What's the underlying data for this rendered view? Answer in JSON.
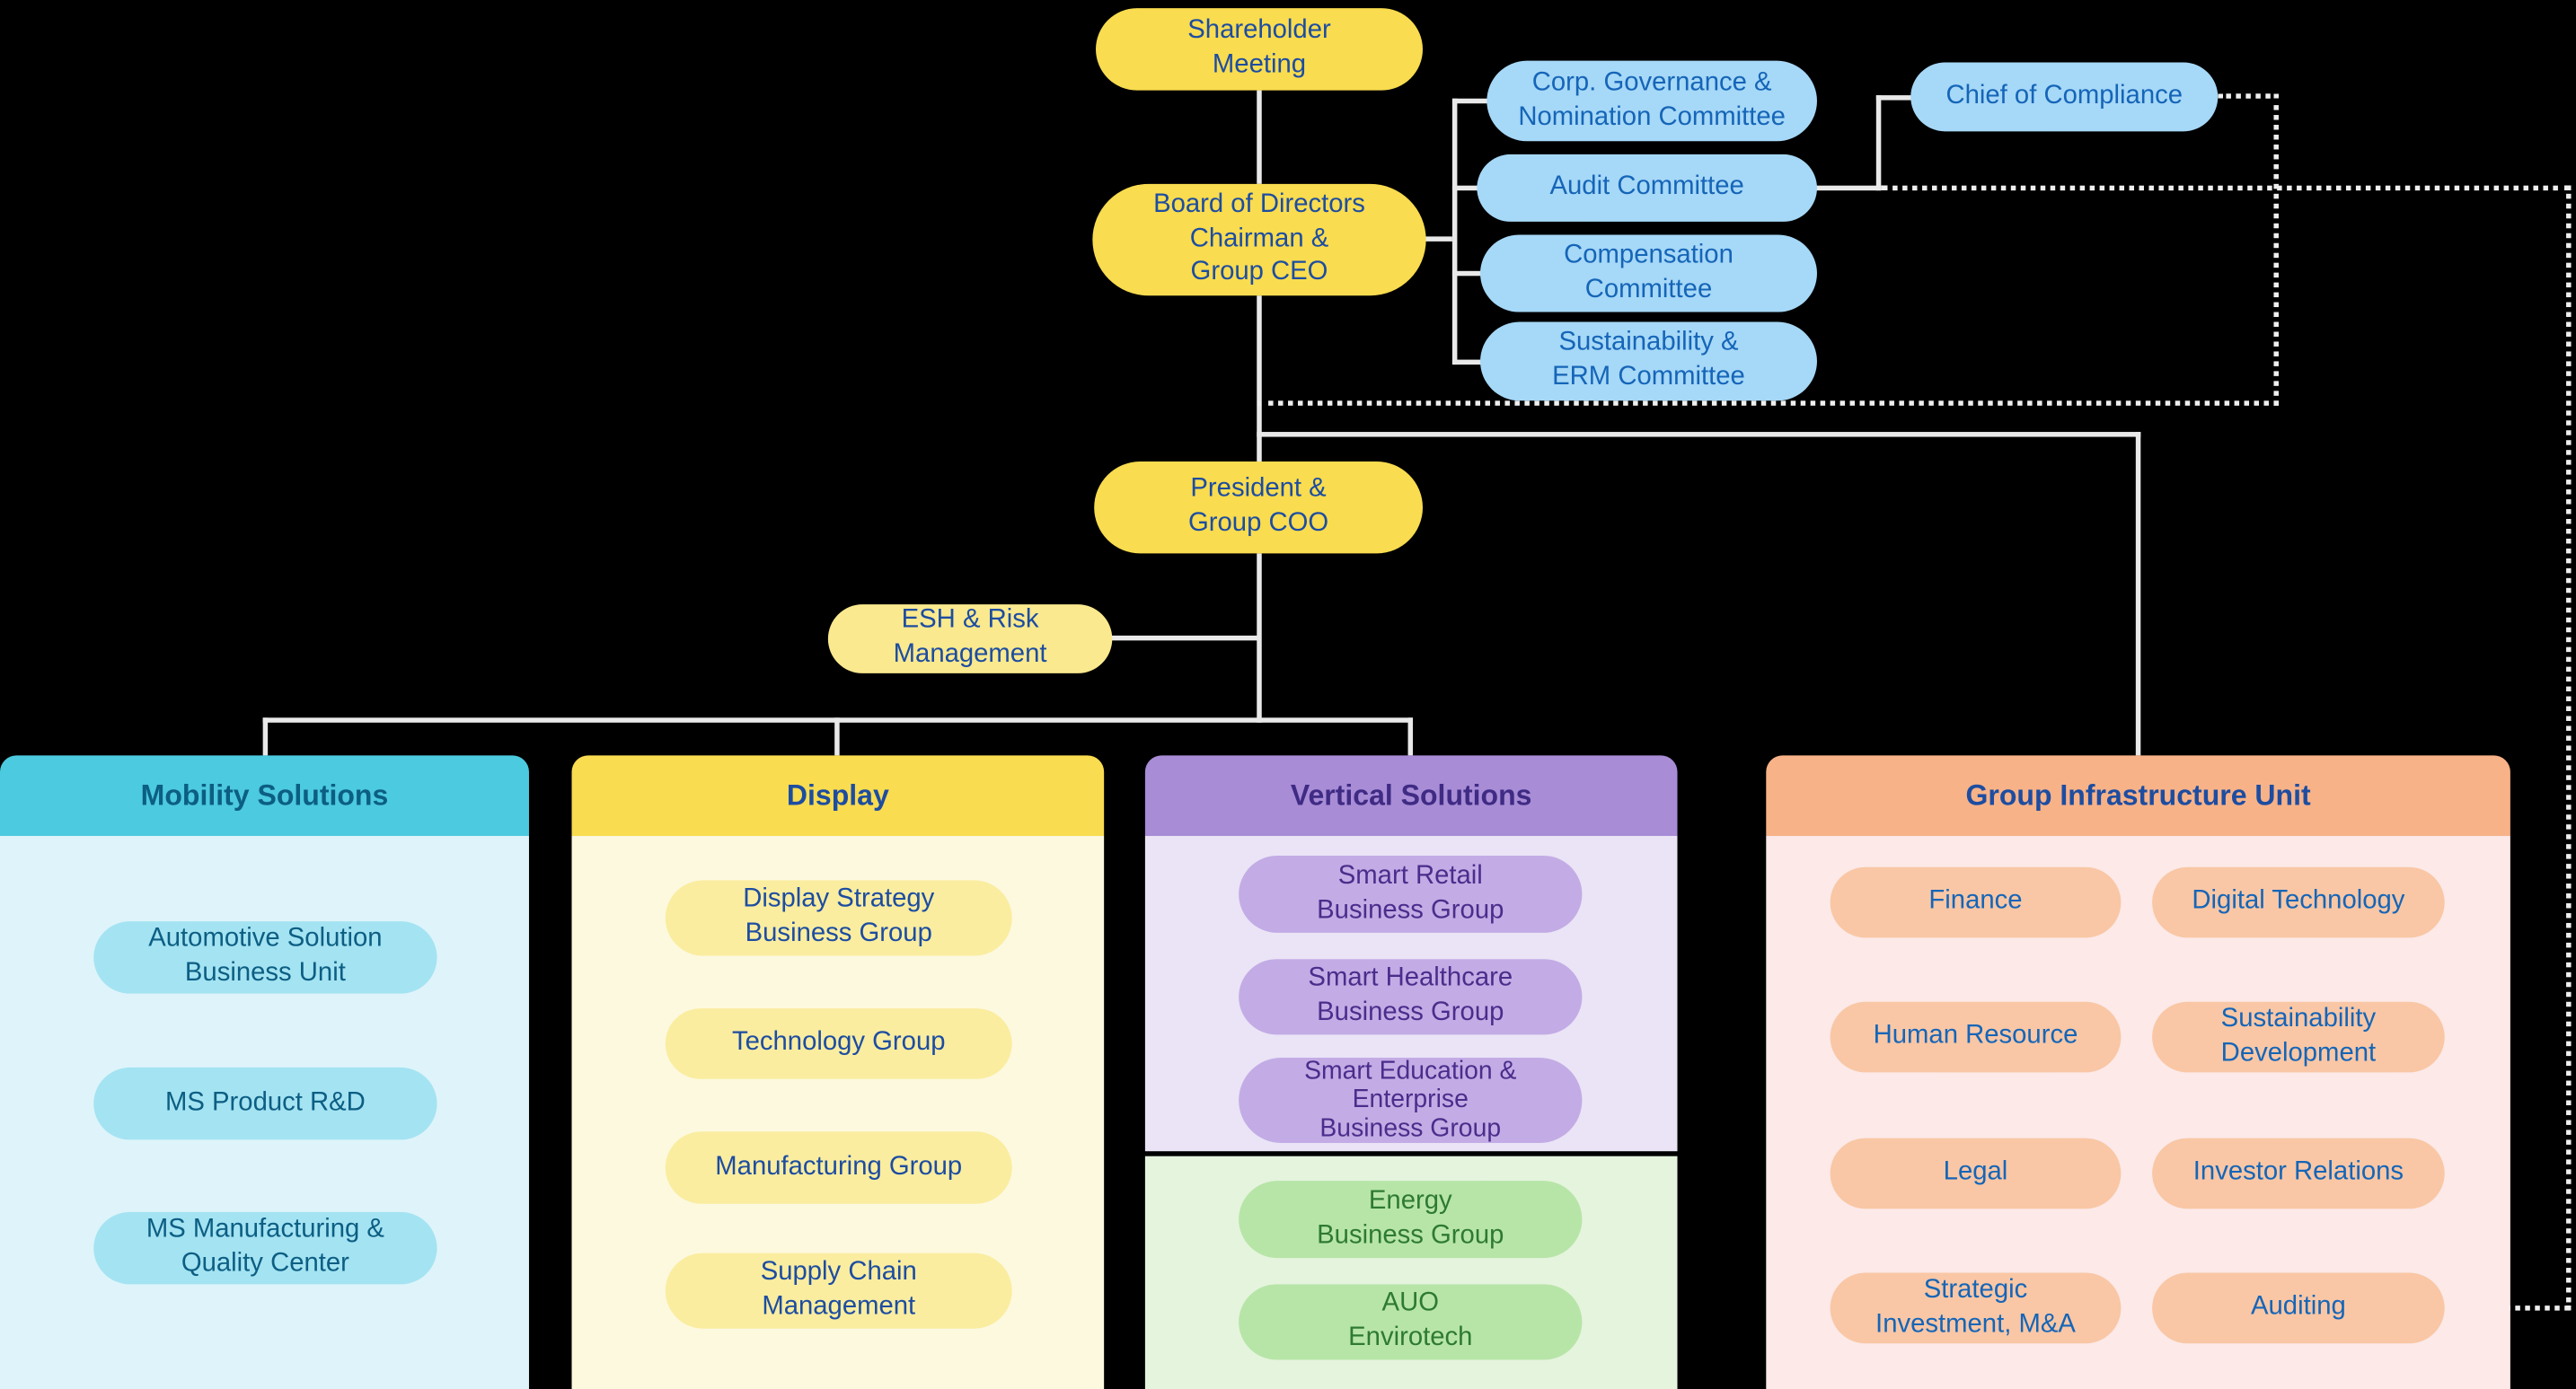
{
  "palette": {
    "background": "#000000",
    "yellow": "#F9DC4F",
    "yellow_light": "#FAE98E",
    "blue": "#A6D8F7",
    "cyan": "#4CCADF",
    "purple": "#A88CD6",
    "green": "#B7E5A8",
    "orange": "#F8B288",
    "connector": "#E9E9E9"
  },
  "nodes": {
    "shareholder_meeting": "Shareholder\nMeeting",
    "board": "Board of Directors\nChairman &\nGroup CEO",
    "president": "President &\nGroup COO",
    "esh": "ESH & Risk\nManagement",
    "chief_of_compliance": "Chief of Compliance"
  },
  "committees": [
    {
      "label": "Corp. Governance &\nNomination Committee"
    },
    {
      "label": "Audit Committee"
    },
    {
      "label": "Compensation\nCommittee"
    },
    {
      "label": "Sustainability &\nERM Committee"
    }
  ],
  "sections": {
    "mobility": {
      "title": "Mobility Solutions",
      "items": [
        {
          "label": "Automotive Solution\nBusiness Unit"
        },
        {
          "label": "MS Product R&D"
        },
        {
          "label": "MS Manufacturing &\nQuality Center"
        }
      ]
    },
    "display": {
      "title": "Display",
      "items": [
        {
          "label": "Display Strategy\nBusiness Group"
        },
        {
          "label": "Technology Group"
        },
        {
          "label": "Manufacturing Group"
        },
        {
          "label": "Supply Chain\nManagement"
        }
      ]
    },
    "vertical": {
      "title": "Vertical Solutions",
      "items": [
        {
          "label": "Smart Retail\nBusiness Group"
        },
        {
          "label": "Smart Healthcare\nBusiness Group"
        },
        {
          "label": "Smart Education &\nEnterprise\nBusiness Group"
        }
      ],
      "energy_items": [
        {
          "label": "Energy\nBusiness Group"
        },
        {
          "label": "AUO\nEnvirotech"
        }
      ]
    },
    "infrastructure": {
      "title": "Group Infrastructure Unit",
      "items": [
        {
          "label": "Finance"
        },
        {
          "label": "Digital Technology"
        },
        {
          "label": "Human Resource"
        },
        {
          "label": "Sustainability\nDevelopment"
        },
        {
          "label": "Legal"
        },
        {
          "label": "Investor Relations"
        },
        {
          "label": "Strategic\nInvestment, M&A"
        },
        {
          "label": "Auditing"
        }
      ]
    }
  }
}
